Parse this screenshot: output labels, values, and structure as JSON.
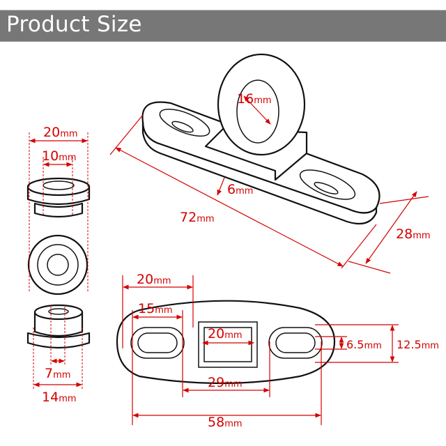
{
  "title": "Product Size",
  "colors": {
    "header": "#777777",
    "dimension": "#d40000"
  },
  "dims": {
    "bush_outer": {
      "value": "20",
      "unit": "mm"
    },
    "bush_inner": {
      "value": "10",
      "unit": "mm"
    },
    "bush_hole": {
      "value": "7",
      "unit": "mm"
    },
    "bush_body": {
      "value": "14",
      "unit": "mm"
    },
    "ring": {
      "value": "16",
      "unit": "mm"
    },
    "thickness": {
      "value": "6",
      "unit": "mm"
    },
    "length3d": {
      "value": "72",
      "unit": "mm"
    },
    "width3d": {
      "value": "28",
      "unit": "mm"
    },
    "end_to_center": {
      "value": "20",
      "unit": "mm"
    },
    "slot_length": {
      "value": "15",
      "unit": "mm"
    },
    "center_block": {
      "value": "20",
      "unit": "mm"
    },
    "slot_spacing": {
      "value": "29",
      "unit": "mm"
    },
    "overall": {
      "value": "58",
      "unit": "mm"
    },
    "slot_width": {
      "value": "6.5",
      "unit": "mm"
    },
    "slot_outer": {
      "value": "12.5",
      "unit": "mm"
    }
  }
}
